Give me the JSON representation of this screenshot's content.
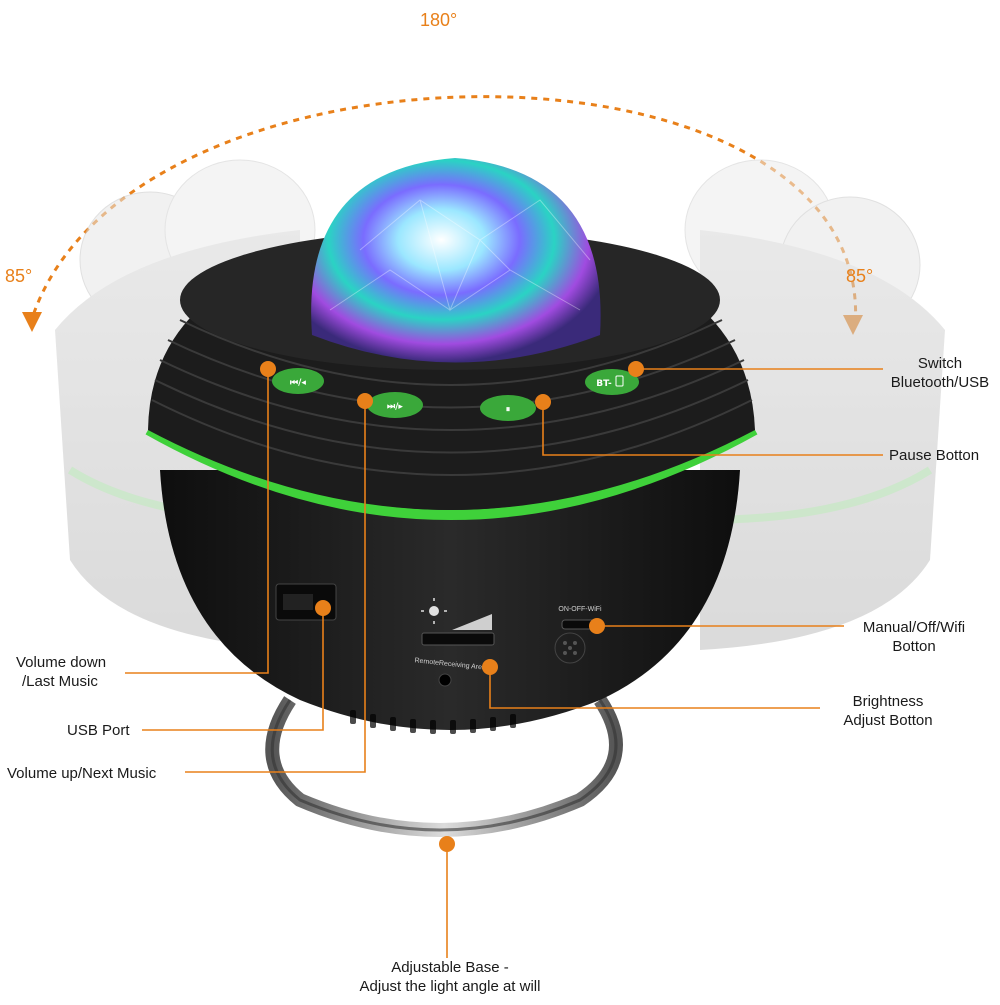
{
  "angles": {
    "top": "180°",
    "left": "85°",
    "right": "85°"
  },
  "labels": {
    "switch_bt_usb": [
      "Switch",
      "Bluetooth/USB"
    ],
    "pause": "Pause Botton",
    "manual_off_wifi": [
      "Manual/Off/Wifi",
      "Botton"
    ],
    "brightness": [
      "Brightness",
      "Adjust Botton"
    ],
    "volume_down": [
      "Volume down",
      "/Last Music"
    ],
    "usb_port": "USB Port",
    "volume_up": "Volume up/Next Music",
    "base": [
      "Adjustable Base -",
      "Adjust the light angle at will"
    ]
  },
  "device": {
    "bt_button": "BT-",
    "switch_label": "ON-OFF-WiFi",
    "remote_label": "RemoteReceiving Area"
  },
  "colors": {
    "accent": "#e8801a",
    "accent_ring": "#3fd13a",
    "body": "#1b1b1b",
    "button": "#3aa83a"
  }
}
